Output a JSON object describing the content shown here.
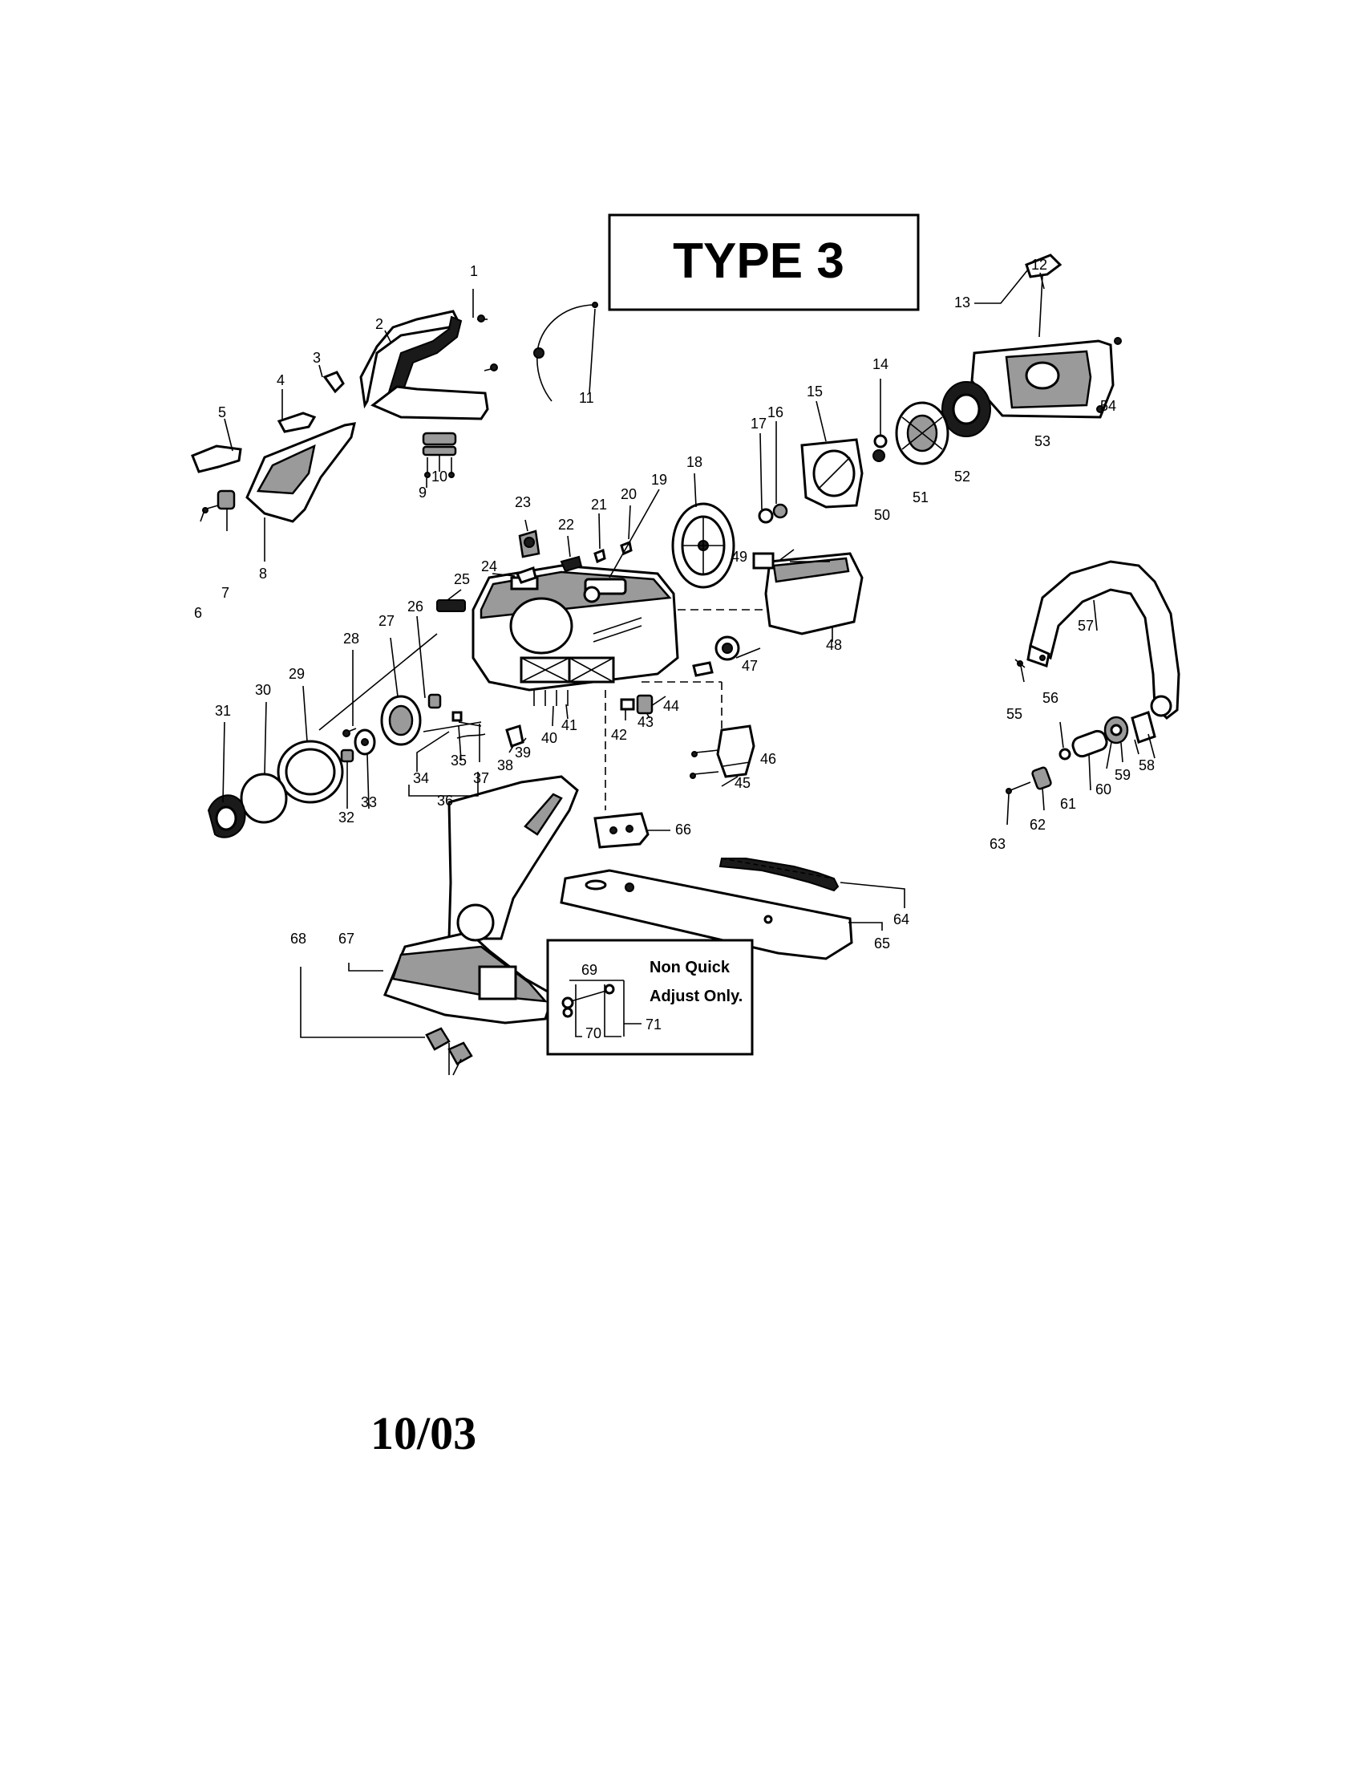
{
  "title": "TYPE 3",
  "note": {
    "line1": "Non Quick",
    "line2": "Adjust Only.",
    "labels": [
      "69",
      "70",
      "71"
    ]
  },
  "date_code": "10/03",
  "callouts": [
    "1",
    "2",
    "3",
    "4",
    "5",
    "6",
    "7",
    "8",
    "9",
    "10",
    "11",
    "12",
    "13",
    "14",
    "15",
    "16",
    "17",
    "18",
    "19",
    "20",
    "21",
    "22",
    "23",
    "24",
    "25",
    "26",
    "27",
    "28",
    "29",
    "30",
    "31",
    "32",
    "33",
    "34",
    "35",
    "36",
    "37",
    "38",
    "39",
    "40",
    "41",
    "42",
    "43",
    "44",
    "45",
    "46",
    "47",
    "48",
    "49",
    "50",
    "51",
    "52",
    "53",
    "54",
    "55",
    "56",
    "57",
    "58",
    "59",
    "60",
    "61",
    "62",
    "63",
    "64",
    "65",
    "66",
    "67",
    "68"
  ]
}
